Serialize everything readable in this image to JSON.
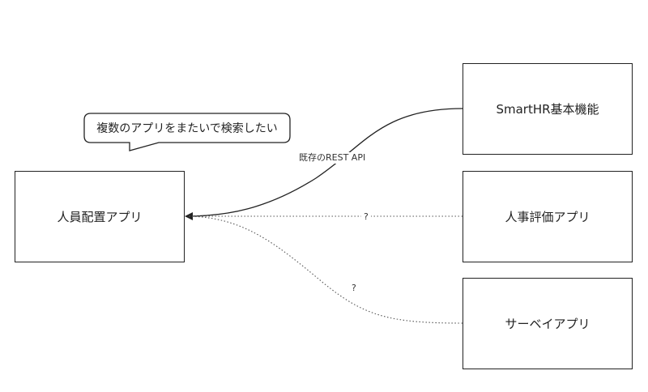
{
  "nodes": {
    "left": "人員配置アプリ",
    "smarthr": "SmartHR基本機能",
    "evaluation": "人事評価アプリ",
    "survey": "サーベイアプリ"
  },
  "edges": {
    "rest_label": "既存のREST API",
    "evaluation_label": "?",
    "survey_label": "?"
  },
  "callout": {
    "text": "複数のアプリをまたいで検索したい"
  },
  "colors": {
    "line": "#222222",
    "dotted": "#555555",
    "background": "#ffffff"
  }
}
